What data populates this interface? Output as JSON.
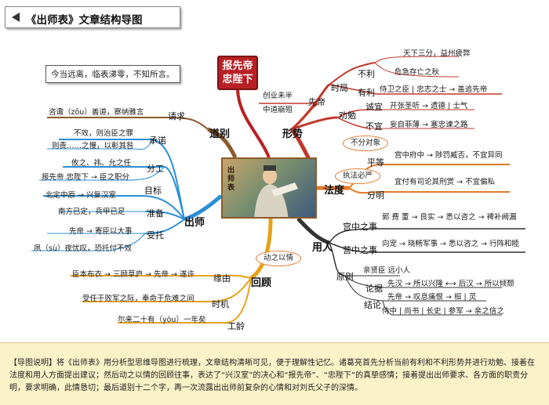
{
  "title": "《出师表》文章结构导图",
  "root": "报先帝\n忠陛下",
  "quote": "今当远离，临表涕零，不知所言。",
  "branches": {
    "xingshi": "形势",
    "fadu": "法度",
    "yongren": "用人",
    "huigu": "回顾",
    "chushi": "出师",
    "daobie": "道别"
  },
  "xingshi": {
    "xiansheng": "先帝",
    "chuangye": "创业未半",
    "zhongdao": "中道崩殂",
    "shiju": "时局",
    "buli": "不利",
    "tianxia": "天下三分，益州疲弊",
    "weiji": "危急存亡之秋",
    "youli": "有利",
    "shiwei": "侍卫之臣 | 忠志之士 → 盖追先帝",
    "quanjian": "劝勉",
    "chengyi": "诚宜",
    "kaizhang": "开张圣听 → 遗德 | 士气",
    "buyi": "不宜",
    "wangzi": "妄自菲薄 → 塞忠谏之路"
  },
  "fadu": {
    "bufen": "不分对象",
    "zhifa": "执法必严",
    "pingdeng": "平等",
    "gongfu": "宫中府中 → 陟罚臧否，不宜异同",
    "fenming": "分明",
    "yiyou": "宜付有司论其刑赏 → 不宜偏私"
  },
  "yongren": {
    "gongzhong": "宫中之事",
    "guofei": "郭 费 董 → 良实 → 悉以咨之 → 裨补阙漏",
    "yingzhong": "营中之事",
    "xiangchong": "向宠 → 晓畅军事 → 悉以咨之 → 行阵和睦",
    "yuanze": "原则",
    "qinxian": "亲贤臣  远小人",
    "lunju": "论据",
    "xianhan": "先汉 → 所以兴隆 ⟷ 后汉 → 所以倾颓",
    "jielun": "结论",
    "xiandi": "先帝 → 叹息痛恨 → 桓 | 灵",
    "shizhong": "侍中 | 尚书 | 长史 | 参军 → 亲之信之"
  },
  "huigu": {
    "dongyi": "动之以情",
    "yuanyou": "缘由",
    "chenben": "臣本布衣 → 三顾草庐 → 先帝 → 遂许",
    "shiji": "时机",
    "shouren": "受任于败军之际，奉命于危难之间",
    "gongling": "工龄",
    "ershi": "尔来二十有（yòu）一年矣"
  },
  "chushi": {
    "zhunbei": "准备",
    "nanfang": "南方已定，兵甲已足",
    "shoutuo": "受托",
    "xiandi": "先帝 → 寄臣以大事",
    "suye": "夙（sù）夜忧叹，恐托付不效",
    "chengnuo": "承诺",
    "buxiao": "不效，则治臣之罪",
    "zegui": "则责……之慢，以彰其咎",
    "fengong": "分工",
    "you": "攸之、祎、允之任",
    "baoxiandi": "报先帝  忠陛下 → 臣之职分",
    "mubiao": "目标",
    "beiding": "北定中原 → 兴复汉室"
  },
  "daobie": {
    "qingqiu": "请求",
    "zixun": "咨诹（zōu）善道，察纳雅言"
  },
  "footer": "【导图说明】将《出师表》用分析型思维导图进行梳理，文章结构清晰可见，便于理解性记忆。诸葛亮首先分析当前有利和不利形势并进行劝勉、接着在法度和用人方面提出建议；然后动之以情的回顾往事，表达了“兴汉室”的决心和“报先帝”、“忠陛下”的真挚感情；接着提出出师要求、各方面的职责分明，要求明确，此情恳切；最后道别十二个字，再一次流露出出师前复杂的心情和对刘氏父子的深情。",
  "portrait_label": "出师表",
  "colors": {
    "root": "#b72025",
    "xingshi": "#c0392b",
    "fadu": "#e07a2a",
    "yongren": "#333333",
    "huigu": "#e6a21a",
    "chushi": "#2b8fd6",
    "daobie": "#8a5a2b",
    "footer_bg": "#fbf3c8"
  }
}
